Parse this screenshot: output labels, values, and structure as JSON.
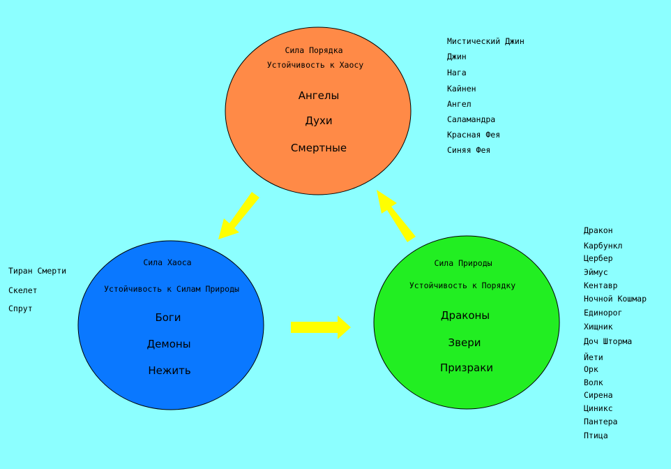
{
  "colors": {
    "background": "#8CFFFF",
    "order": "#FF8A47",
    "chaos": "#0A78FF",
    "nature": "#22EE22",
    "arrow": "#FFFF00"
  },
  "order": {
    "title": "Сила Порядка",
    "resistance": "Устойчивость к Хаосу",
    "groups": [
      "Ангелы",
      "Духи",
      "Смертные"
    ]
  },
  "chaos": {
    "title": "Сила Хаоса",
    "resistance": "Устойчивость к Силам Природы",
    "groups": [
      "Боги",
      "Демоны",
      "Нежить"
    ]
  },
  "nature": {
    "title": "Сила Природы",
    "resistance": "Устойчивость к Порядку",
    "groups": [
      "Драконы",
      "Звери",
      "Призраки"
    ]
  },
  "order_creatures": [
    "Мистический Джин",
    "Джин",
    "Нага",
    "Кайнен",
    "Ангел",
    "Саламандра",
    "Красная Фея",
    "Синяя Фея"
  ],
  "chaos_creatures": [
    "Тиран Смерти",
    "Скелет",
    "Спрут"
  ],
  "nature_creatures": [
    "Дракон",
    "Карбункл",
    "Цербер",
    "Эймус",
    "Кентавр",
    "Ночной Кошмар",
    "Единорог",
    "Хищник",
    "Доч Шторма",
    "Йети",
    "Орк",
    "Волк",
    "Сирена",
    "Циникс",
    "Пантера",
    "Птица"
  ]
}
